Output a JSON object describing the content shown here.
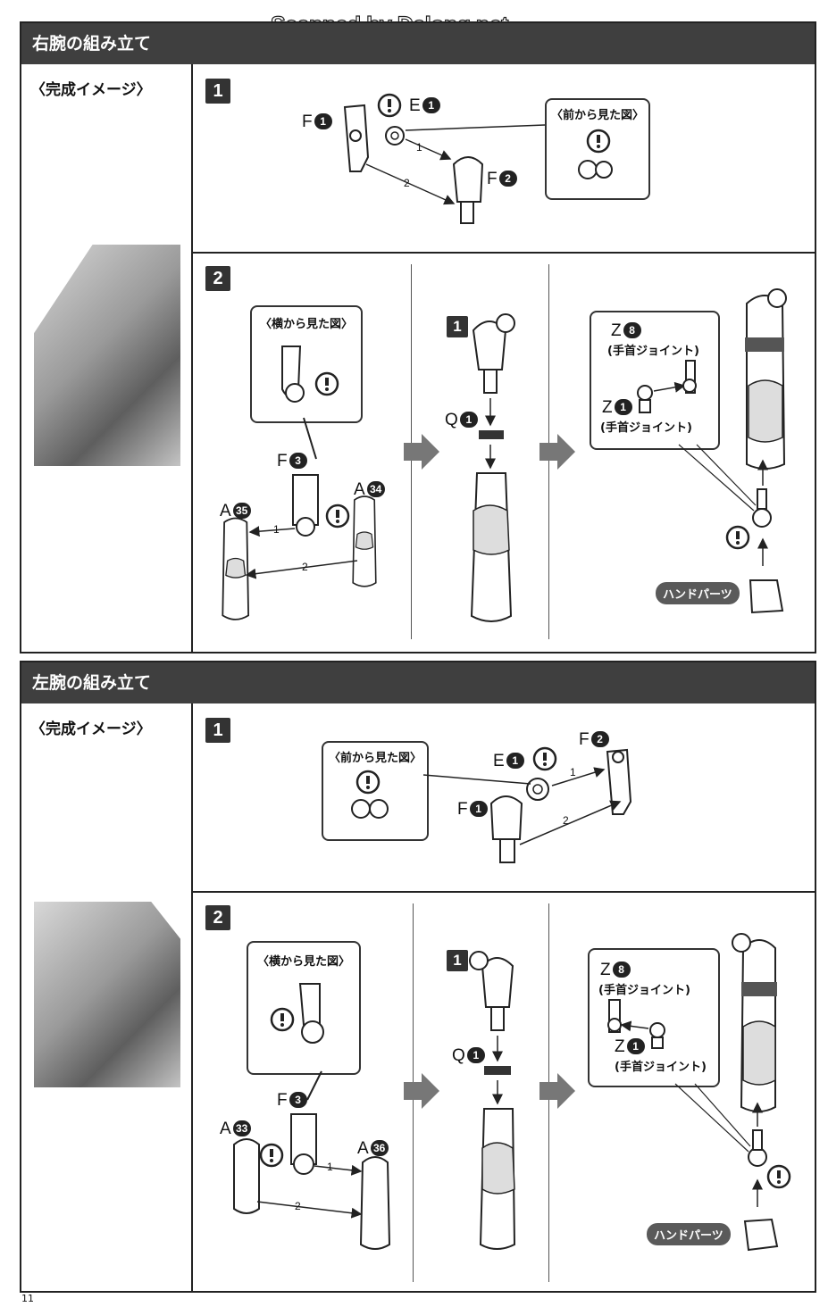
{
  "watermark": "Scanned by Dalong.net",
  "right_arm": {
    "title": "右腕の組み立て",
    "image_label": "〈完成イメージ〉",
    "step1": {
      "badge": "1",
      "callout_title": "〈前から見た図〉",
      "parts": [
        {
          "letter": "F",
          "num": "1"
        },
        {
          "letter": "E",
          "num": "1"
        },
        {
          "letter": "F",
          "num": "2"
        }
      ],
      "arrows": [
        "1",
        "2"
      ]
    },
    "step2": {
      "badge": "2",
      "callout_title": "〈横から見た図〉",
      "parts": [
        {
          "letter": "F",
          "num": "3"
        },
        {
          "letter": "A",
          "num": "34"
        },
        {
          "letter": "A",
          "num": "35"
        }
      ],
      "arrows": [
        "1",
        "2"
      ],
      "sub_badge": "1",
      "q_part": {
        "letter": "Q",
        "num": "1"
      },
      "z_parts": [
        {
          "letter": "Z",
          "num": "8",
          "sub": "(手首ジョイント)"
        },
        {
          "letter": "Z",
          "num": "1",
          "sub": "(手首ジョイント)"
        }
      ],
      "hand_label": "ハンドパーツ"
    }
  },
  "left_arm": {
    "title": "左腕の組み立て",
    "image_label": "〈完成イメージ〉",
    "step1": {
      "badge": "1",
      "callout_title": "〈前から見た図〉",
      "parts": [
        {
          "letter": "F",
          "num": "2"
        },
        {
          "letter": "E",
          "num": "1"
        },
        {
          "letter": "F",
          "num": "1"
        }
      ],
      "arrows": [
        "1",
        "2"
      ]
    },
    "step2": {
      "badge": "2",
      "callout_title": "〈横から見た図〉",
      "parts": [
        {
          "letter": "F",
          "num": "3"
        },
        {
          "letter": "A",
          "num": "33"
        },
        {
          "letter": "A",
          "num": "36"
        }
      ],
      "arrows": [
        "1",
        "2"
      ],
      "sub_badge": "1",
      "q_part": {
        "letter": "Q",
        "num": "1"
      },
      "z_parts": [
        {
          "letter": "Z",
          "num": "8",
          "sub": "(手首ジョイント)"
        },
        {
          "letter": "Z",
          "num": "1",
          "sub": "(手首ジョイント)"
        }
      ],
      "hand_label": "ハンドパーツ"
    }
  },
  "page_number": "11"
}
